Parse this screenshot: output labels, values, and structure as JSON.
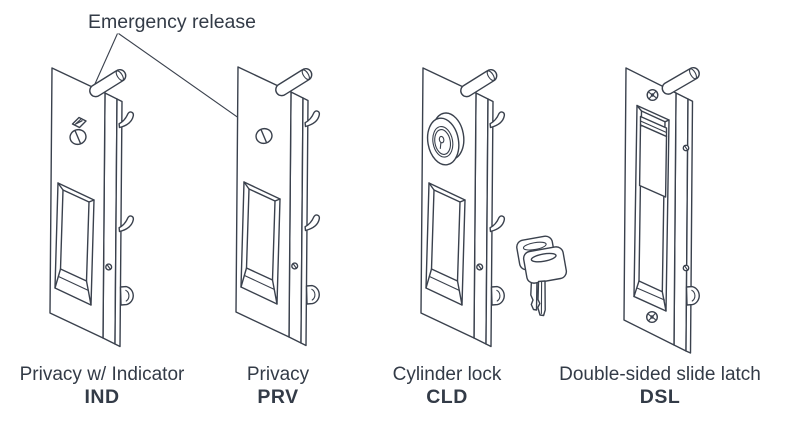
{
  "colors": {
    "line": "#3a414d",
    "text": "#333b47",
    "background": "#ffffff"
  },
  "annotation": {
    "label": "Emergency release",
    "points_to": [
      "IND indicator slot",
      "PRV release screw"
    ]
  },
  "products": [
    {
      "name": "Privacy w/ Indicator",
      "code": "IND"
    },
    {
      "name": "Privacy",
      "code": "PRV"
    },
    {
      "name": "Cylinder lock",
      "code": "CLD"
    },
    {
      "name": "Double-sided slide latch",
      "code": "DSL"
    }
  ]
}
